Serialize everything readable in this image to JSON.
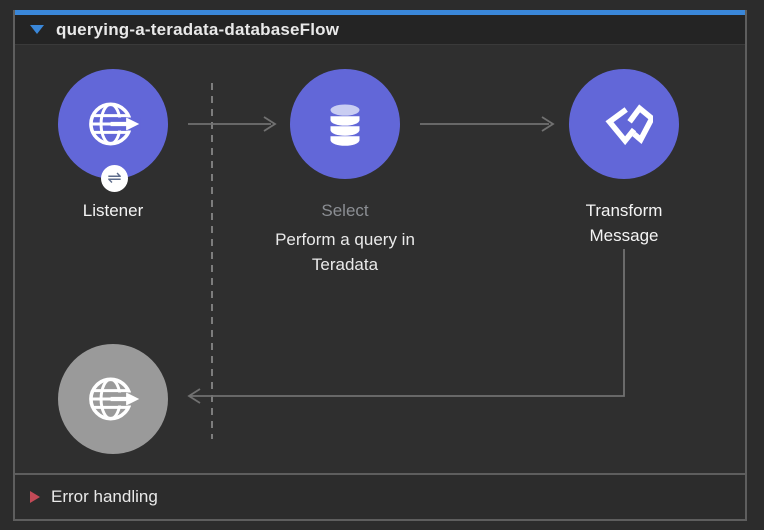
{
  "flow": {
    "title": "querying-a-teradata-databaseFlow",
    "error_handling_label": "Error handling"
  },
  "nodes": {
    "listener": {
      "label": "Listener",
      "icon": "http-listener-icon",
      "badge_icon": "exchange-icon"
    },
    "select": {
      "label": "Select",
      "caption": "Perform a query in Teradata",
      "icon": "database-icon"
    },
    "transform": {
      "label": "Transform Message",
      "icon": "dataweave-icon"
    },
    "response": {
      "icon": "http-response-icon"
    }
  },
  "icons": {
    "exchange_glyph": "⇌"
  },
  "colors": {
    "accent-blue": "#3a87d9",
    "node-purple": "#6267d8",
    "node-gray": "#9a9a9a",
    "canvas-bg": "#2f2f2f",
    "outer-bg": "#2c2c2c",
    "titlebar-bg": "#242424",
    "error-bg": "#2c2c2c",
    "border-gray": "#5e5e5e",
    "connector-gray": "#717171",
    "dashed-gray": "#7d7d7d",
    "error-red": "#c44a57",
    "badge-glyph": "#5c6b8a",
    "db-top": "#c9cdf2",
    "title-text": "#e9e9e9",
    "label-bright": "#f4f4f4",
    "label-dim": "#8b8e93",
    "caption-text": "#eaeaea"
  }
}
